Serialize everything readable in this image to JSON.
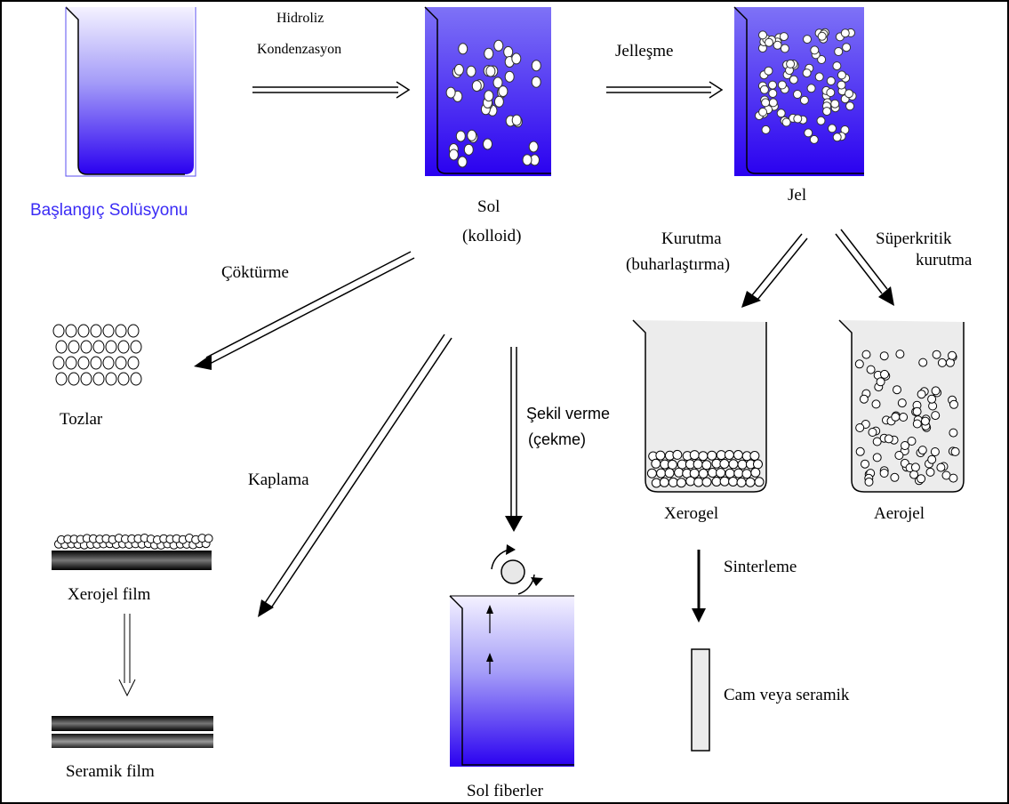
{
  "labels": {
    "hydrolysis": "Hidroliz",
    "condensation": "Kondenzasyon",
    "start_solution": "Başlangıç Solüsyonu",
    "gelation": "Jelleşme",
    "sol": "Sol",
    "colloid": "(kolloid)",
    "gel": "Jel",
    "drying": "Kurutma",
    "evaporation": "(buharlaştırma)",
    "supercritical": "Süperkritik",
    "supercritical_drying": "kurutma",
    "precipitation": "Çöktürme",
    "powders": "Tozlar",
    "coating": "Kaplama",
    "shaping": "Şekil verme",
    "drawing": "(çekme)",
    "xerogel": "Xerogel",
    "aerogel": "Aerojel",
    "sintering": "Sinterleme",
    "xerogel_film": "Xerojel film",
    "ceramic_film": "Seramik film",
    "glass_or_ceramic": "Cam veya seramik",
    "sol_fibers": "Sol fiberler"
  },
  "colors": {
    "solution_top": "#ffffff",
    "solution_bottom": "#2a00f0",
    "start_text": "#3b2cf5",
    "outline": "#000000"
  }
}
